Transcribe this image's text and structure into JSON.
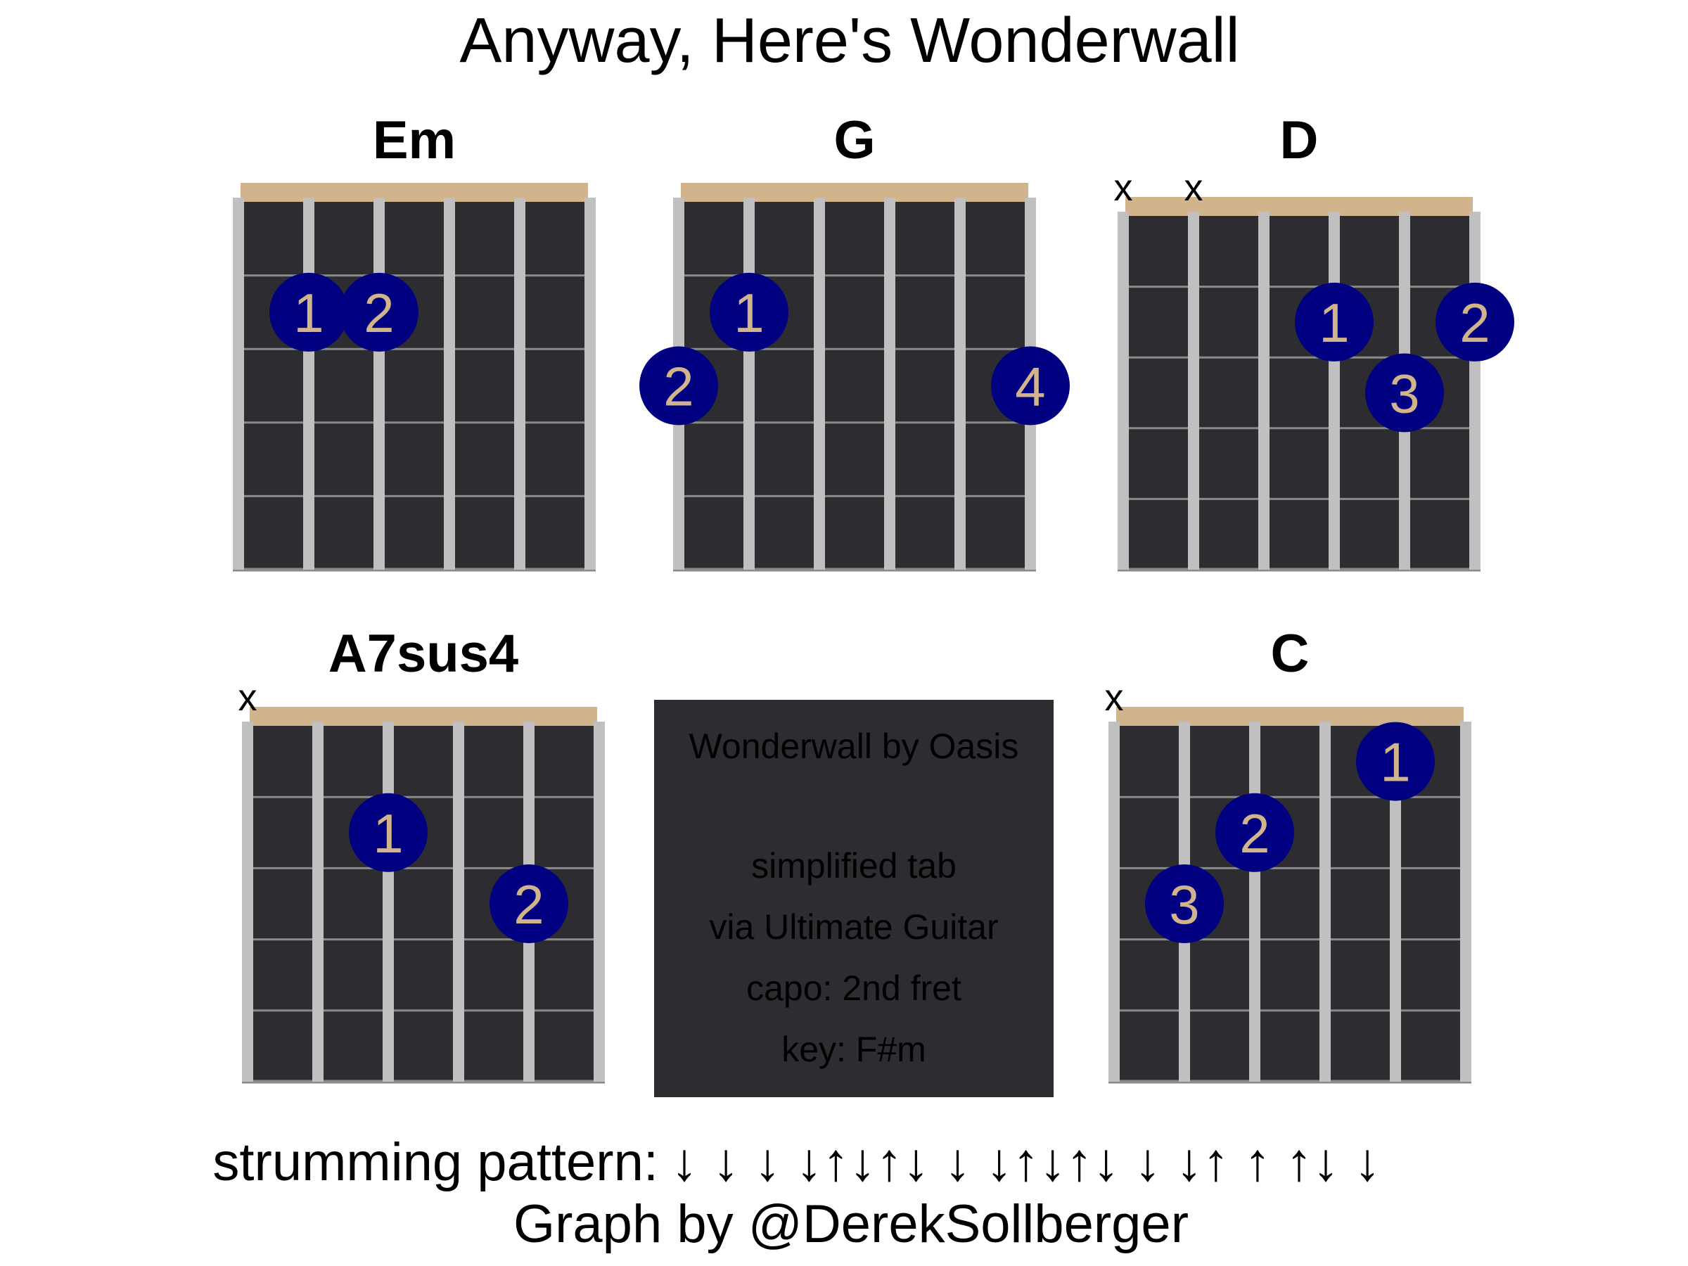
{
  "title": "Anyway, Here's Wonderwall",
  "chords": [
    {
      "name": "Em",
      "muted": [],
      "fingers": [
        {
          "finger": "1",
          "string": 2,
          "fret": 1
        },
        {
          "finger": "2",
          "string": 3,
          "fret": 1
        }
      ]
    },
    {
      "name": "G",
      "muted": [],
      "fingers": [
        {
          "finger": "1",
          "string": 2,
          "fret": 1
        },
        {
          "finger": "2",
          "string": 1,
          "fret": 2
        },
        {
          "finger": "4",
          "string": 6,
          "fret": 2
        }
      ]
    },
    {
      "name": "D",
      "muted": [
        1,
        2
      ],
      "fingers": [
        {
          "finger": "1",
          "string": 4,
          "fret": 1
        },
        {
          "finger": "2",
          "string": 6,
          "fret": 1
        },
        {
          "finger": "3",
          "string": 5,
          "fret": 2
        }
      ]
    },
    {
      "name": "A7sus4",
      "muted": [
        1
      ],
      "fingers": [
        {
          "finger": "1",
          "string": 3,
          "fret": 1
        },
        {
          "finger": "2",
          "string": 5,
          "fret": 2
        }
      ]
    },
    {
      "name": "C",
      "muted": [
        1
      ],
      "fingers": [
        {
          "finger": "1",
          "string": 5,
          "fret": 0
        },
        {
          "finger": "2",
          "string": 3,
          "fret": 1
        },
        {
          "finger": "3",
          "string": 2,
          "fret": 2
        }
      ]
    }
  ],
  "muted_marker": "x",
  "info_box": {
    "line1": "Wonderwall by Oasis",
    "line2": "simplified tab",
    "line3": "via Ultimate Guitar",
    "line4": "capo: 2nd fret",
    "line5": "key: F#m"
  },
  "strumming": {
    "label": "strumming pattern:",
    "pattern": "↓ ↓ ↓ ↓↑↓↑↓ ↓ ↓↑↓↑↓ ↓ ↓↑ ↑ ↑↓ ↓"
  },
  "credit": "Graph by @DerekSollberger",
  "colors": {
    "fretboard": "#2d2c31",
    "nut": "#d2b48c",
    "string": "#c0c0c0",
    "fret": "#8a8a8a",
    "finger_dot": "#000080",
    "finger_text": "#d2b48c",
    "text": "#000000"
  }
}
